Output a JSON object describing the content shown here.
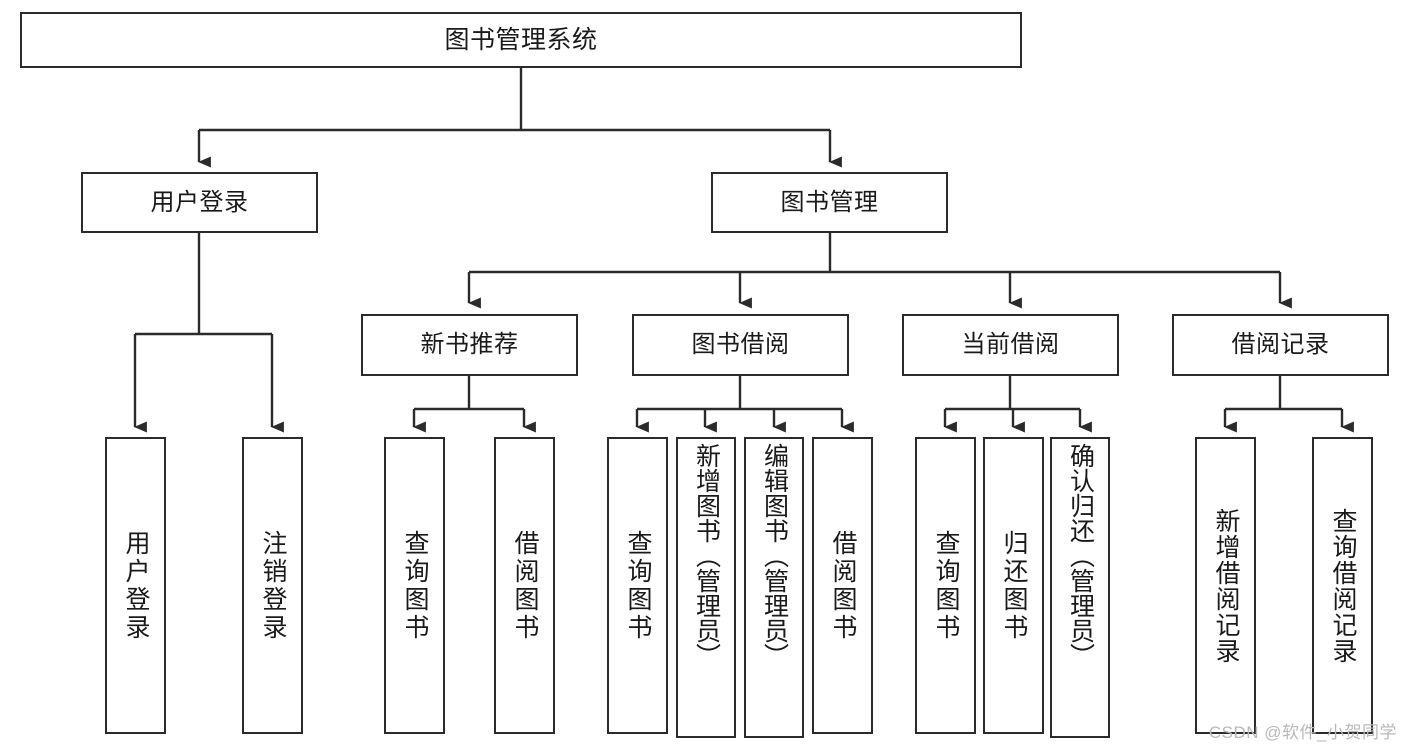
{
  "diagram": {
    "type": "hierarchy-tree",
    "title": "图书管理系统",
    "orientation": "top-down",
    "line_color": "#2b2b2b",
    "box_fill": "#ffffff",
    "text_color": "#1a1a1a",
    "nodes": {
      "root": {
        "label": "图书管理系统"
      },
      "level2": [
        {
          "id": "user-login",
          "label": "用户登录"
        },
        {
          "id": "book-manage",
          "label": "图书管理"
        }
      ],
      "level3": [
        {
          "id": "new-book-rec",
          "label": "新书推荐"
        },
        {
          "id": "book-borrow",
          "label": "图书借阅"
        },
        {
          "id": "current-borrow",
          "label": "当前借阅"
        },
        {
          "id": "borrow-record",
          "label": "借阅记录"
        }
      ],
      "leaves": {
        "user_login": [
          {
            "id": "leaf-user-login",
            "label": "用户登录"
          },
          {
            "id": "leaf-logout-login",
            "label": "注销登录"
          }
        ],
        "new_book_rec": [
          {
            "id": "leaf-query-book-1",
            "label": "查询图书"
          },
          {
            "id": "leaf-borrow-book-1",
            "label": "借阅图书"
          }
        ],
        "book_borrow": [
          {
            "id": "leaf-query-book-2",
            "label": "查询图书"
          },
          {
            "id": "leaf-add-book",
            "label": "新增图书（管理员）"
          },
          {
            "id": "leaf-edit-book",
            "label": "编辑图书（管理员）"
          },
          {
            "id": "leaf-borrow-book-2",
            "label": "借阅图书"
          }
        ],
        "current_borrow": [
          {
            "id": "leaf-query-book-3",
            "label": "查询图书"
          },
          {
            "id": "leaf-return-book",
            "label": "归还图书"
          },
          {
            "id": "leaf-confirm-return",
            "label": "确认归还（管理员）"
          }
        ],
        "borrow_record": [
          {
            "id": "leaf-add-record",
            "label": "新增借阅记录"
          },
          {
            "id": "leaf-query-record",
            "label": "查询借阅记录"
          }
        ]
      }
    }
  },
  "watermark": {
    "text": "CSDN @软件_小贺同学"
  }
}
